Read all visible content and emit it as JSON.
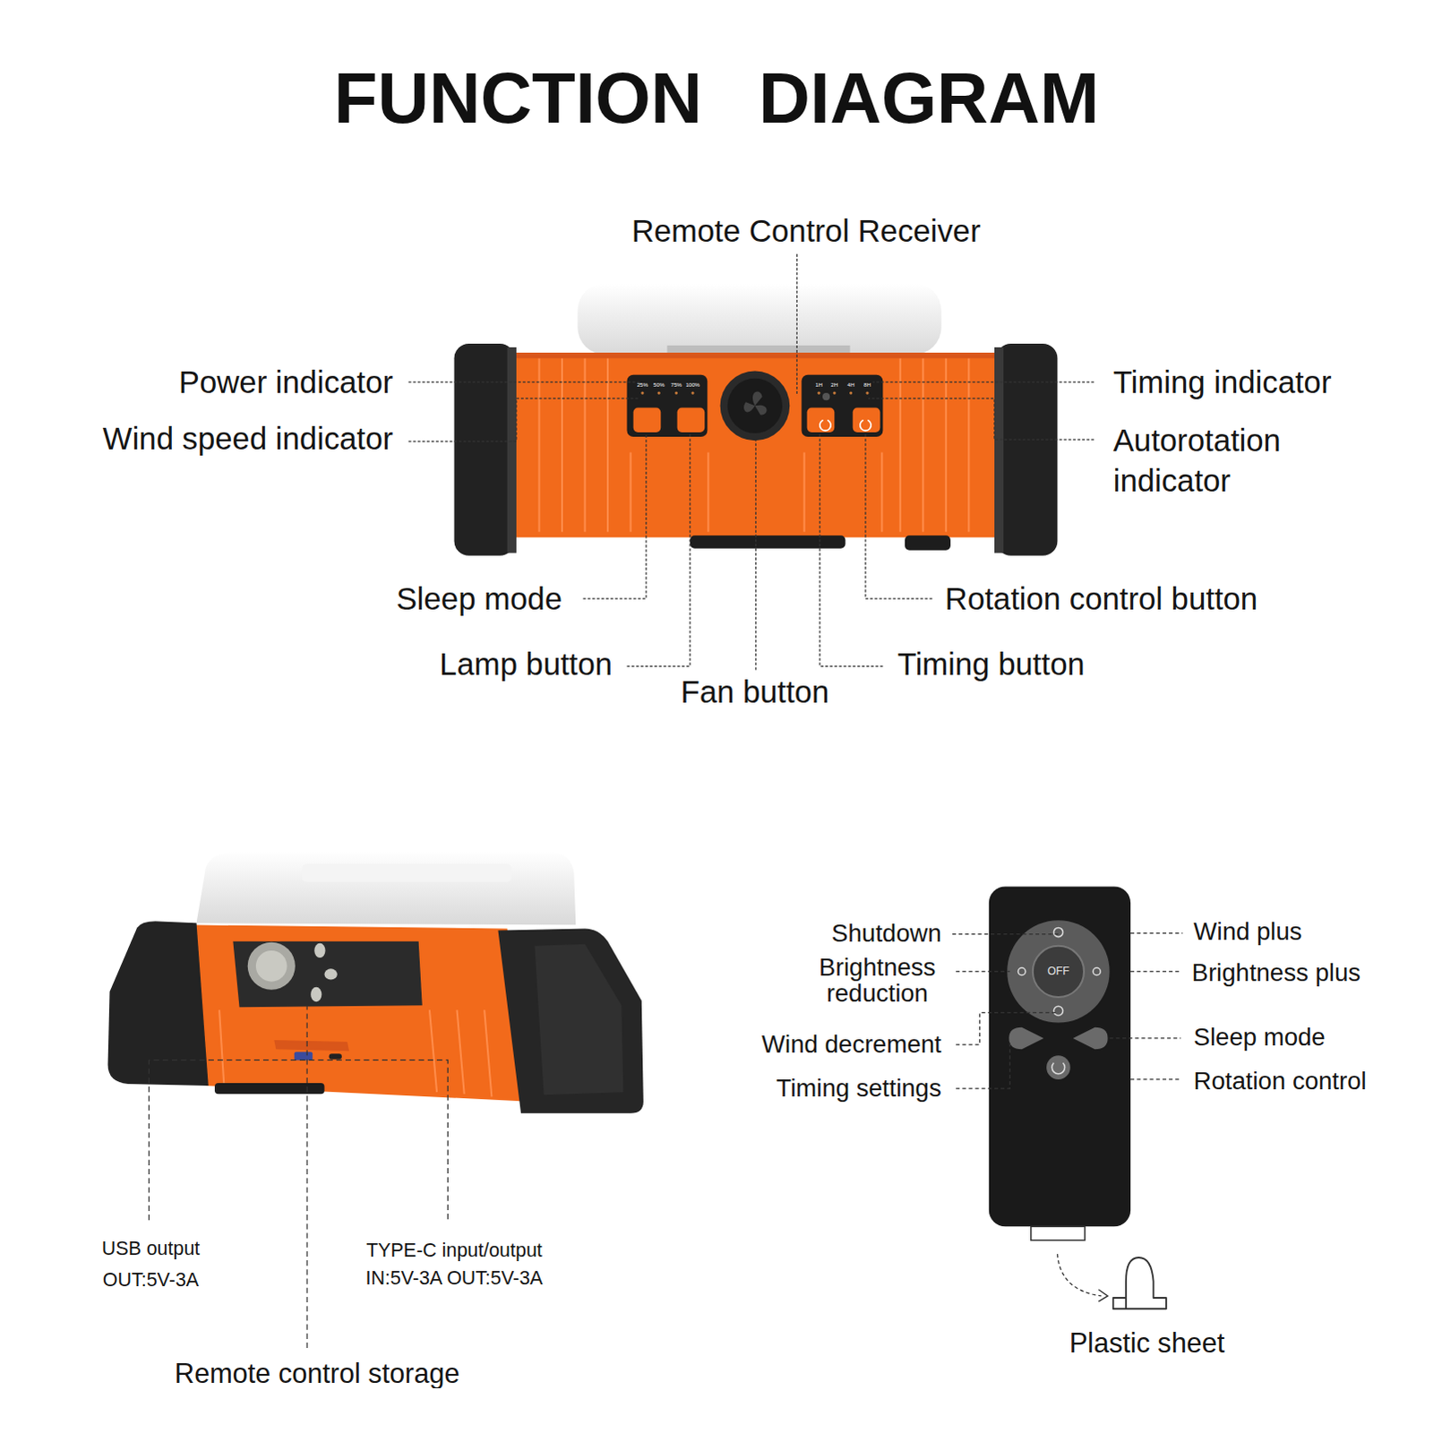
{
  "diagram": {
    "title": "FUNCTION DIAGRAM",
    "labels": [
      "Remote Control Receiver",
      "Power indicator",
      "25%",
      "50%",
      "75%",
      "100%",
      "1H",
      "2H",
      "4H",
      "8H",
      "Timing indicator",
      "Wind speed indicator",
      "Autorotation indicator",
      "Sleep mode",
      "Rotation control button",
      "Lamp button",
      "Timing button",
      "Fan button",
      "Shutdown",
      "Wind plus",
      "OFF",
      "Brightness reduction",
      "Brightness plus",
      "Wind decrement",
      "Sleep mode",
      "Timing settings",
      "Rotation control",
      "USB output",
      "OUT:5V-3A",
      "TYPE-C input/output",
      "IN:5V-3A OUT:5V-3A",
      "Plastic sheet",
      "Remote control storage"
    ]
  }
}
